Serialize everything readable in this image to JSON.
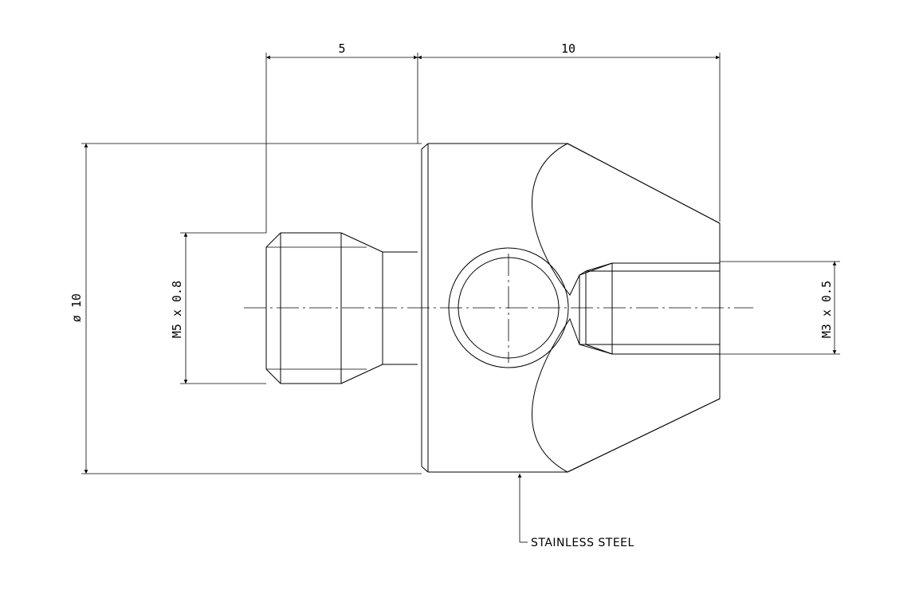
{
  "dimensions": {
    "left_length": "5",
    "right_length": "10",
    "diameter": "ø 10",
    "left_thread": "M5 x 0.8",
    "right_thread": "M3 x 0.5"
  },
  "notes": {
    "material": "STAINLESS STEEL"
  },
  "colors": {
    "line": "#000000",
    "background": "#ffffff"
  }
}
